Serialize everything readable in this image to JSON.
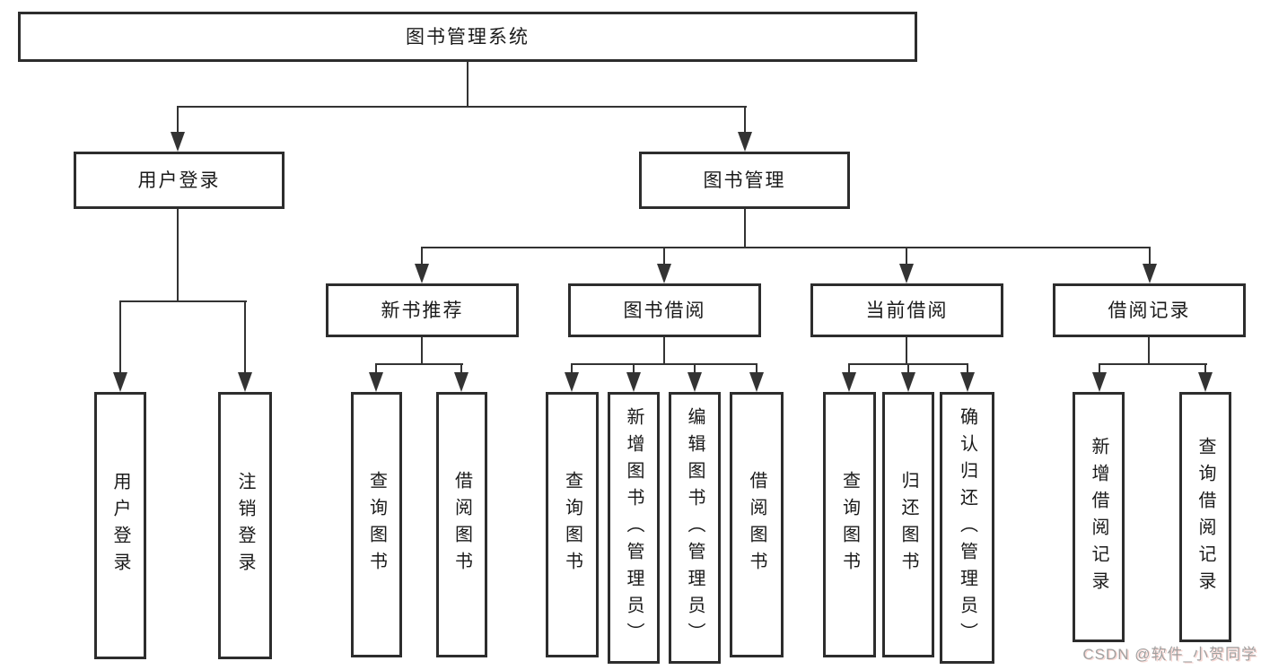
{
  "diagram": {
    "type": "hierarchy-tree",
    "title": "图书管理系统"
  },
  "colors": {
    "line": "#333333",
    "box_border": "#2d2d2d",
    "text": "#1a1a1a",
    "watermark": "#a0a0a0",
    "background": "#ffffff"
  },
  "nodes": {
    "root": {
      "label": "图书管理系统"
    },
    "user_login": {
      "label": "用户登录"
    },
    "book_mgmt": {
      "label": "图书管理"
    },
    "new_book_rec": {
      "label": "新书推荐"
    },
    "book_borrow": {
      "label": "图书借阅"
    },
    "current_borrow": {
      "label": "当前借阅"
    },
    "borrow_record": {
      "label": "借阅记录"
    },
    "ul_login": {
      "label": "用户登录"
    },
    "ul_logout": {
      "label": "注销登录"
    },
    "nb_query": {
      "label": "查询图书"
    },
    "nb_borrow": {
      "label": "借阅图书"
    },
    "bb_query": {
      "label": "查询图书"
    },
    "bb_add": {
      "label": "新增图书（管理员）"
    },
    "bb_edit": {
      "label": "编辑图书（管理员）"
    },
    "bb_borrow": {
      "label": "借阅图书"
    },
    "cb_query": {
      "label": "查询图书"
    },
    "cb_return": {
      "label": "归还图书"
    },
    "cb_confirm": {
      "label": "确认归还（管理员）"
    },
    "br_add": {
      "label": "新增借阅记录"
    },
    "br_query": {
      "label": "查询借阅记录"
    }
  },
  "tree": {
    "root": [
      "user_login",
      "book_mgmt"
    ],
    "user_login": [
      "ul_login",
      "ul_logout"
    ],
    "book_mgmt": [
      "new_book_rec",
      "book_borrow",
      "current_borrow",
      "borrow_record"
    ],
    "new_book_rec": [
      "nb_query",
      "nb_borrow"
    ],
    "book_borrow": [
      "bb_query",
      "bb_add",
      "bb_edit",
      "bb_borrow"
    ],
    "current_borrow": [
      "cb_query",
      "cb_return",
      "cb_confirm"
    ],
    "borrow_record": [
      "br_add",
      "br_query"
    ]
  },
  "watermark": {
    "text": "CSDN @软件_小贺同学"
  }
}
